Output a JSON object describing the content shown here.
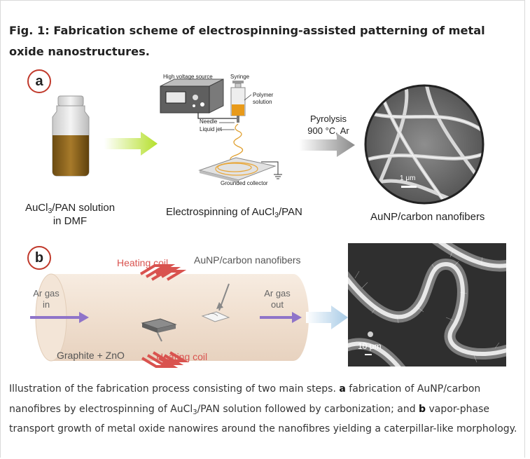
{
  "title": "Fig. 1: Fabrication scheme of electrospinning-assisted patterning of metal oxide nanostructures.",
  "panel_a": {
    "label": "a",
    "vial_caption_pre": "AuCl",
    "vial_caption_sub": "3",
    "vial_caption_post": "/PAN solution",
    "vial_caption_line2": "in DMF",
    "high_voltage": "High voltage source",
    "syringe": "Syringe",
    "polymer1": "Polymer",
    "polymer2": "solution",
    "needle": "Needle",
    "liquid_jet": "Liquid jet",
    "grounded": "Grounded collector",
    "espin_pre": "Electrospinning of AuCl",
    "espin_sub": "3",
    "espin_post": "/PAN",
    "pyrolysis1": "Pyrolysis",
    "pyrolysis2": "900 °C, Ar",
    "scale": "1 μm",
    "product": "AuNP/carbon nanofibers"
  },
  "panel_b": {
    "label": "b",
    "heating_coil_top": "Heating coil",
    "heating_coil_bottom": "Heating coil",
    "nanofibers": "AuNP/carbon nanofibers",
    "ar_in_1": "Ar gas",
    "ar_in_2": "in",
    "ar_out_1": "Ar gas",
    "ar_out_2": "out",
    "graphite": "Graphite + ZnO",
    "scale": "10 μm"
  },
  "caption": {
    "intro": "Illustration of the fabrication process consisting of two main steps.",
    "a_label": "a",
    "a_text_1": "fabrication of AuNP/carbon nanofibres by electrospinning of AuCl",
    "a_sub": "3",
    "a_text_2": "/PAN solution followed by carbonization; and",
    "b_label": "b",
    "b_text": "vapor-phase transport growth of metal oxide nanowires around the nanofibres yielding a caterpillar-like morphology."
  },
  "colors": {
    "circle_border": "#c0392b",
    "coil_text": "#d9534f",
    "arrow_green": "#b5e02c",
    "arrow_blue": "#a8cbe6"
  }
}
